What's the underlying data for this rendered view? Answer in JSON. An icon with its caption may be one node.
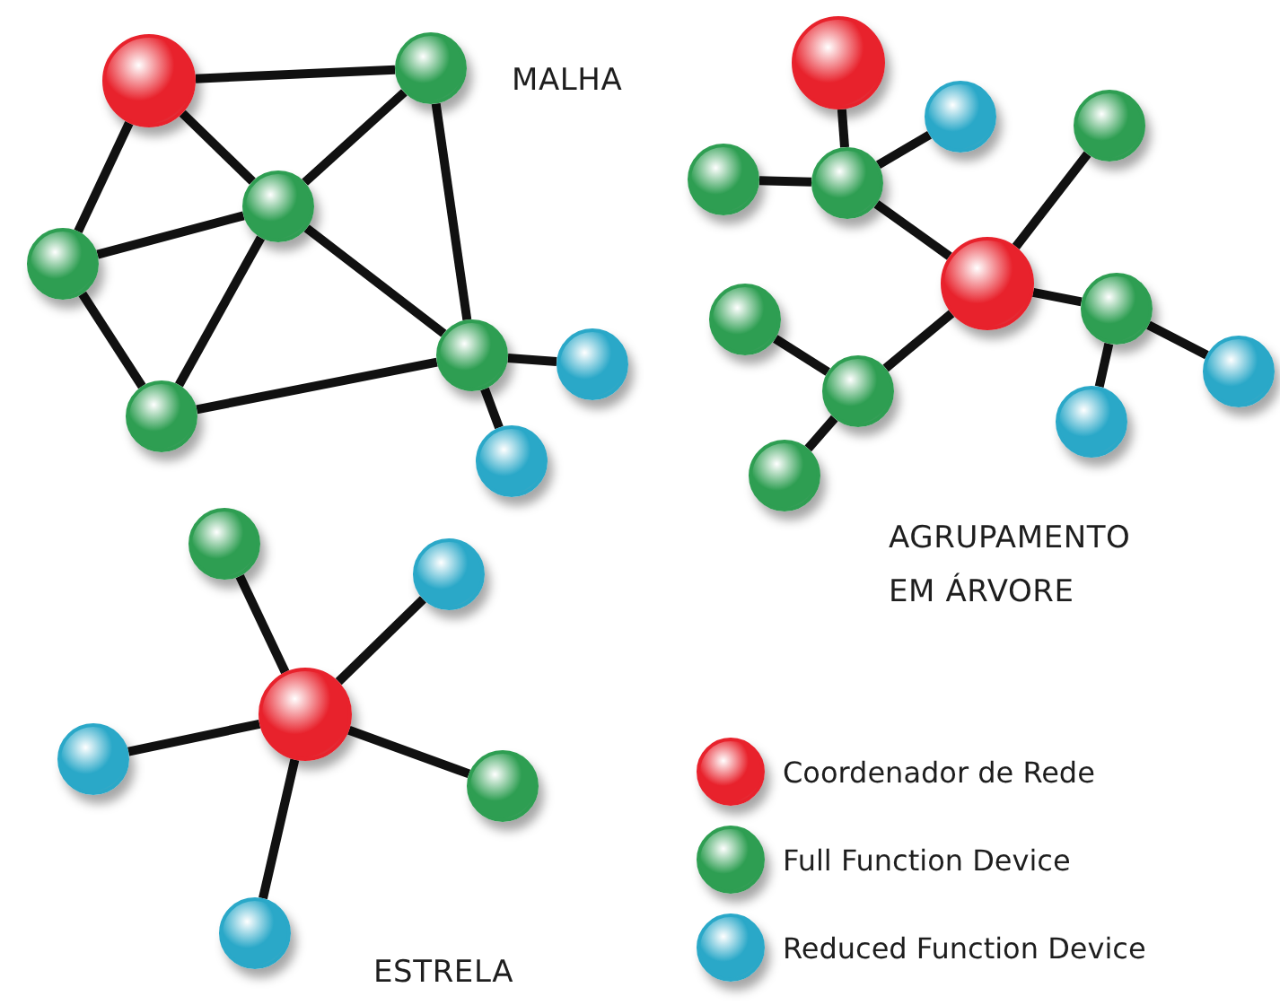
{
  "diagram": {
    "nodes": [
      {
        "text": [],
        "shape": "circle"
      },
      {
        "text": [],
        "shape": "circle"
      },
      {
        "text": [],
        "shape": "circle"
      },
      {
        "text": [],
        "shape": "circle"
      },
      {
        "text": [],
        "shape": "circle"
      },
      {
        "text": [],
        "shape": "circle"
      },
      {
        "text": [],
        "shape": "circle"
      },
      {
        "text": [],
        "shape": "circle"
      },
      {
        "text": [],
        "shape": "circle"
      },
      {
        "text": [],
        "shape": "circle"
      },
      {
        "text": [],
        "shape": "circle"
      },
      {
        "text": [],
        "shape": "circle"
      },
      {
        "text": [],
        "shape": "circle"
      },
      {
        "text": [],
        "shape": "circle"
      },
      {
        "text": [],
        "shape": "circle"
      },
      {
        "text": [],
        "shape": "circle"
      },
      {
        "text": [],
        "shape": "circle"
      },
      {
        "text": [],
        "shape": "circle"
      },
      {
        "text": [],
        "shape": "circle"
      },
      {
        "text": [],
        "shape": "circle"
      },
      {
        "text": [],
        "shape": "circle"
      },
      {
        "text": [],
        "shape": "circle"
      },
      {
        "text": [],
        "shape": "circle"
      },
      {
        "text": [],
        "shape": "circle"
      },
      {
        "text": [],
        "shape": "circle"
      },
      {
        "text": [],
        "shape": "circle"
      }
    ],
    "edges": [
      {
        "from": 0,
        "to": 1,
        "arrow": "none"
      },
      {
        "from": 0,
        "to": 2,
        "arrow": "none"
      },
      {
        "from": 0,
        "to": 3,
        "arrow": "none"
      },
      {
        "from": 1,
        "to": 2,
        "arrow": "none"
      },
      {
        "from": 1,
        "to": 5,
        "arrow": "none"
      },
      {
        "from": 2,
        "to": 3,
        "arrow": "none"
      },
      {
        "from": 2,
        "to": 4,
        "arrow": "none"
      },
      {
        "from": 2,
        "to": 5,
        "arrow": "none"
      },
      {
        "from": 3,
        "to": 4,
        "arrow": "none"
      },
      {
        "from": 4,
        "to": 5,
        "arrow": "none"
      },
      {
        "from": 5,
        "to": 6,
        "arrow": "none"
      },
      {
        "from": 5,
        "to": 7,
        "arrow": "none"
      },
      {
        "from": 8,
        "to": 12,
        "arrow": "none"
      },
      {
        "from": 11,
        "to": 12,
        "arrow": "none"
      },
      {
        "from": 12,
        "to": 9,
        "arrow": "none"
      },
      {
        "from": 12,
        "to": 13,
        "arrow": "none"
      },
      {
        "from": 13,
        "to": 10,
        "arrow": "none"
      },
      {
        "from": 13,
        "to": 14,
        "arrow": "none"
      },
      {
        "from": 14,
        "to": 16,
        "arrow": "none"
      },
      {
        "from": 14,
        "to": 18,
        "arrow": "none"
      },
      {
        "from": 13,
        "to": 17,
        "arrow": "none"
      },
      {
        "from": 17,
        "to": 15,
        "arrow": "none"
      },
      {
        "from": 17,
        "to": 19,
        "arrow": "none"
      },
      {
        "from": 22,
        "to": 20,
        "arrow": "none"
      },
      {
        "from": 22,
        "to": 21,
        "arrow": "none"
      },
      {
        "from": 22,
        "to": 23,
        "arrow": "none"
      },
      {
        "from": 22,
        "to": 24,
        "arrow": "none"
      },
      {
        "from": 22,
        "to": 25,
        "arrow": "none"
      }
    ],
    "labels": [
      "MALHA",
      "AGRUPAMENTO EM ÁRVORE",
      "ESTRELA"
    ],
    "legend": [
      {
        "text": "Coordenador de Rede",
        "color": "#e8222c"
      },
      {
        "text": "Full Function Device",
        "color": "#2e9e52"
      },
      {
        "text": "Reduced Function Device",
        "color": "#2aa8c8"
      }
    ]
  }
}
